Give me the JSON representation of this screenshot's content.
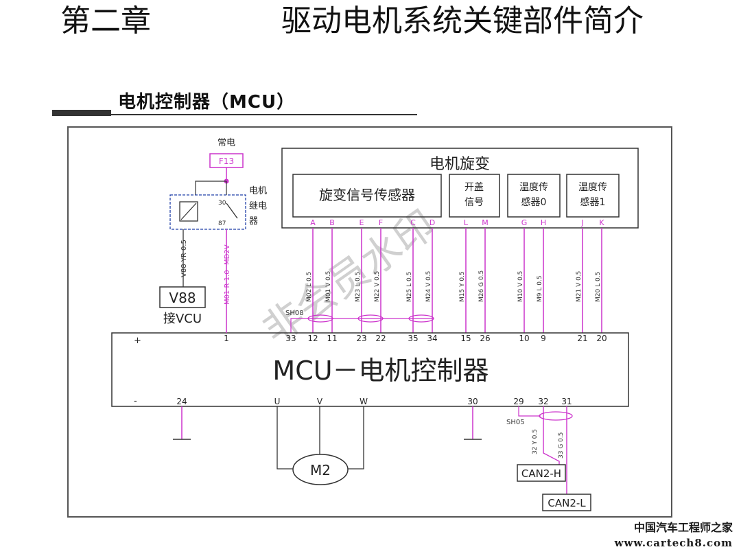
{
  "slide": {
    "title_chapter": "第二章",
    "title_main": "驱动电机系统关键部件简介",
    "subtitle": "电机控制器（MCU）"
  },
  "diagram": {
    "resolver_box_title": "电机旋变",
    "resolver_sensor": "旋变信号传感器",
    "cover_signal_l1": "开盖",
    "cover_signal_l2": "信号",
    "temp0_l1": "温度传",
    "temp0_l2": "感器0",
    "temp1_l1": "温度传",
    "temp1_l2": "感器1",
    "resolver_pins": [
      "A",
      "B",
      "E",
      "F",
      "C",
      "D",
      "L",
      "M",
      "G",
      "H",
      "J",
      "K"
    ],
    "resolver_wires": [
      "M02 L 0.5",
      "M01 V 0.5",
      "M23 L 0.5",
      "M22 V 0.5",
      "M25 L 0.5",
      "M24 V 0.5",
      "M15 Y 0.5",
      "M26 G 0.5",
      "M10 V 0.5",
      "M9 L 0.5",
      "M21 V 0.5",
      "M20 L 0.5"
    ],
    "mcu_top_pins": [
      "12",
      "11",
      "23",
      "22",
      "35",
      "34",
      "15",
      "26",
      "10",
      "9",
      "21",
      "20"
    ],
    "shield_label": "SH08",
    "shield_pin": "33",
    "constant_power": "常电",
    "fuse_label": "F13",
    "relay_l1": "电机",
    "relay_l2": "继电",
    "relay_l3": "器",
    "relay_pin_top": "30",
    "relay_pin_bottom": "87",
    "v88_wire": "V88 YR 0.5",
    "m01_wire": "M01 R 1.0",
    "m01_tag": "MD2V",
    "v88_box": "V88",
    "vcu_label": "接VCU",
    "mcu_pin1": "1",
    "plus_sign": "+",
    "minus_sign": "-",
    "mcu_label": "MCU－电机控制器",
    "pin_gnd": "24",
    "pin_u": "U",
    "pin_v": "V",
    "pin_w": "W",
    "pin_30": "30",
    "pin_29": "29",
    "pin_32": "32",
    "pin_31": "31",
    "motor": "M2",
    "shield2_label": "SH05",
    "can_wire_h": "32 Y 0.5",
    "can_wire_l": "33 G 0.5",
    "can_h": "CAN2-H",
    "can_l": "CAN2-L",
    "watermark": "非会员水印",
    "wire_color": "#cc33cc"
  },
  "footer": {
    "line1": "中国汽车工程师之家",
    "line2": "www.cartech8.com"
  }
}
